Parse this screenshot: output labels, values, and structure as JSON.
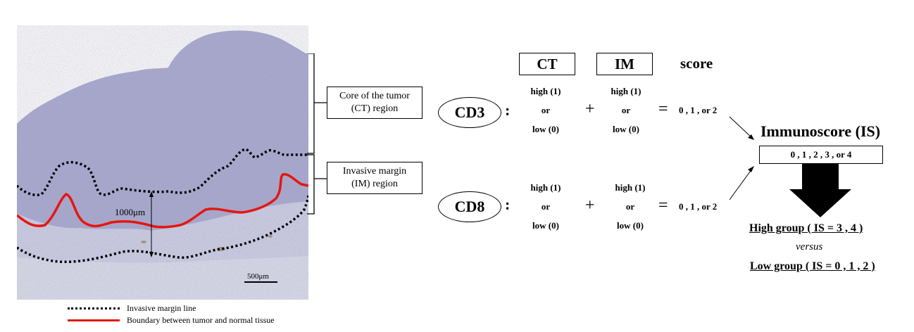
{
  "image": {
    "scale_label": "500μm",
    "distance_label": "1000μm",
    "colors": {
      "tissue": "#a7a8cc",
      "tumor_boundary": "#e5170f",
      "invasive_margin": "#000000"
    }
  },
  "legend": {
    "invasive_margin_line": "Invasive margin line",
    "boundary": "Boundary between tumor and normal tissue"
  },
  "regions": {
    "ct": {
      "line1": "Core of the tumor",
      "line2": "(CT) region"
    },
    "im": {
      "line1": "Invasive margin",
      "line2": "(IM) region"
    }
  },
  "formula": {
    "col_ct": "CT",
    "col_im": "IM",
    "col_score": "score",
    "rows": [
      {
        "marker": "CD3",
        "colon": ":",
        "ct_high": "high (1)",
        "ct_or": "or",
        "ct_low": "low (0)",
        "plus": "+",
        "im_high": "high (1)",
        "im_or": "or",
        "im_low": "low (0)",
        "equals": "=",
        "result": "0 , 1 , or 2"
      },
      {
        "marker": "CD8",
        "colon": ":",
        "ct_high": "high (1)",
        "ct_or": "or",
        "ct_low": "low (0)",
        "plus": "+",
        "im_high": "high (1)",
        "im_or": "or",
        "im_low": "low (0)",
        "equals": "=",
        "result": "0 , 1 , or 2"
      }
    ]
  },
  "immunoscore": {
    "title": "Immunoscore (IS)",
    "values": "0 , 1 , 2 , 3 , or 4",
    "high_group": "High group ( IS = 3 , 4 )",
    "versus": "versus",
    "low_group": "Low group ( IS = 0 , 1 , 2 )"
  }
}
